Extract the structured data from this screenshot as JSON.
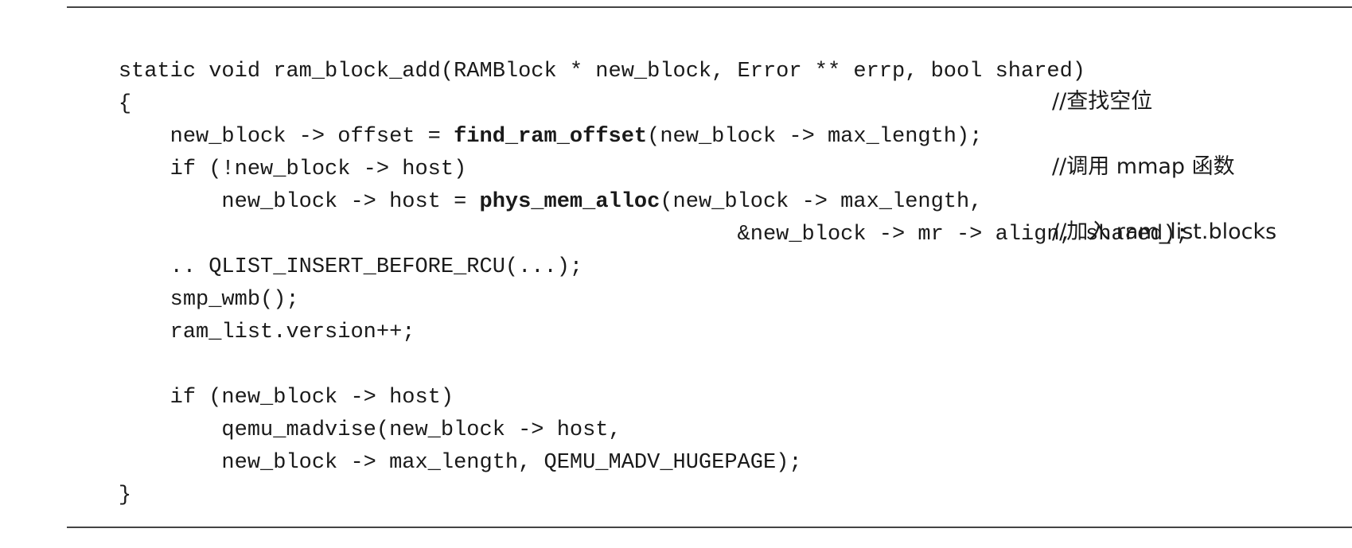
{
  "code": {
    "lines": [
      {
        "code": "static void ram_block_add(RAMBlock * new_block, Error ** errp, bool shared)"
      },
      {
        "code": "{"
      },
      {
        "pre": "    new_block -> offset = ",
        "fn": "find_ram_offset",
        "post": "(new_block -> max_length);",
        "comment": "//查找空位"
      },
      {
        "code": "    if (!new_block -> host)"
      },
      {
        "pre": "        new_block -> host = ",
        "fn": "phys_mem_alloc",
        "post": "(new_block -> max_length,",
        "comment": "//调用 mmap 函数"
      },
      {
        "code": "                                                &new_block -> mr -> align, shared);"
      },
      {
        "code": "    .. QLIST_INSERT_BEFORE_RCU(...);",
        "comment": "//加入 ram_list.blocks"
      },
      {
        "code": "    smp_wmb();"
      },
      {
        "code": "    ram_list.version++;"
      },
      {
        "code": ""
      },
      {
        "code": "    if (new_block -> host)"
      },
      {
        "code": "        qemu_madvise(new_block -> host,"
      },
      {
        "code": "        new_block -> max_length, QEMU_MADV_HUGEPAGE);"
      },
      {
        "code": "}"
      }
    ]
  }
}
